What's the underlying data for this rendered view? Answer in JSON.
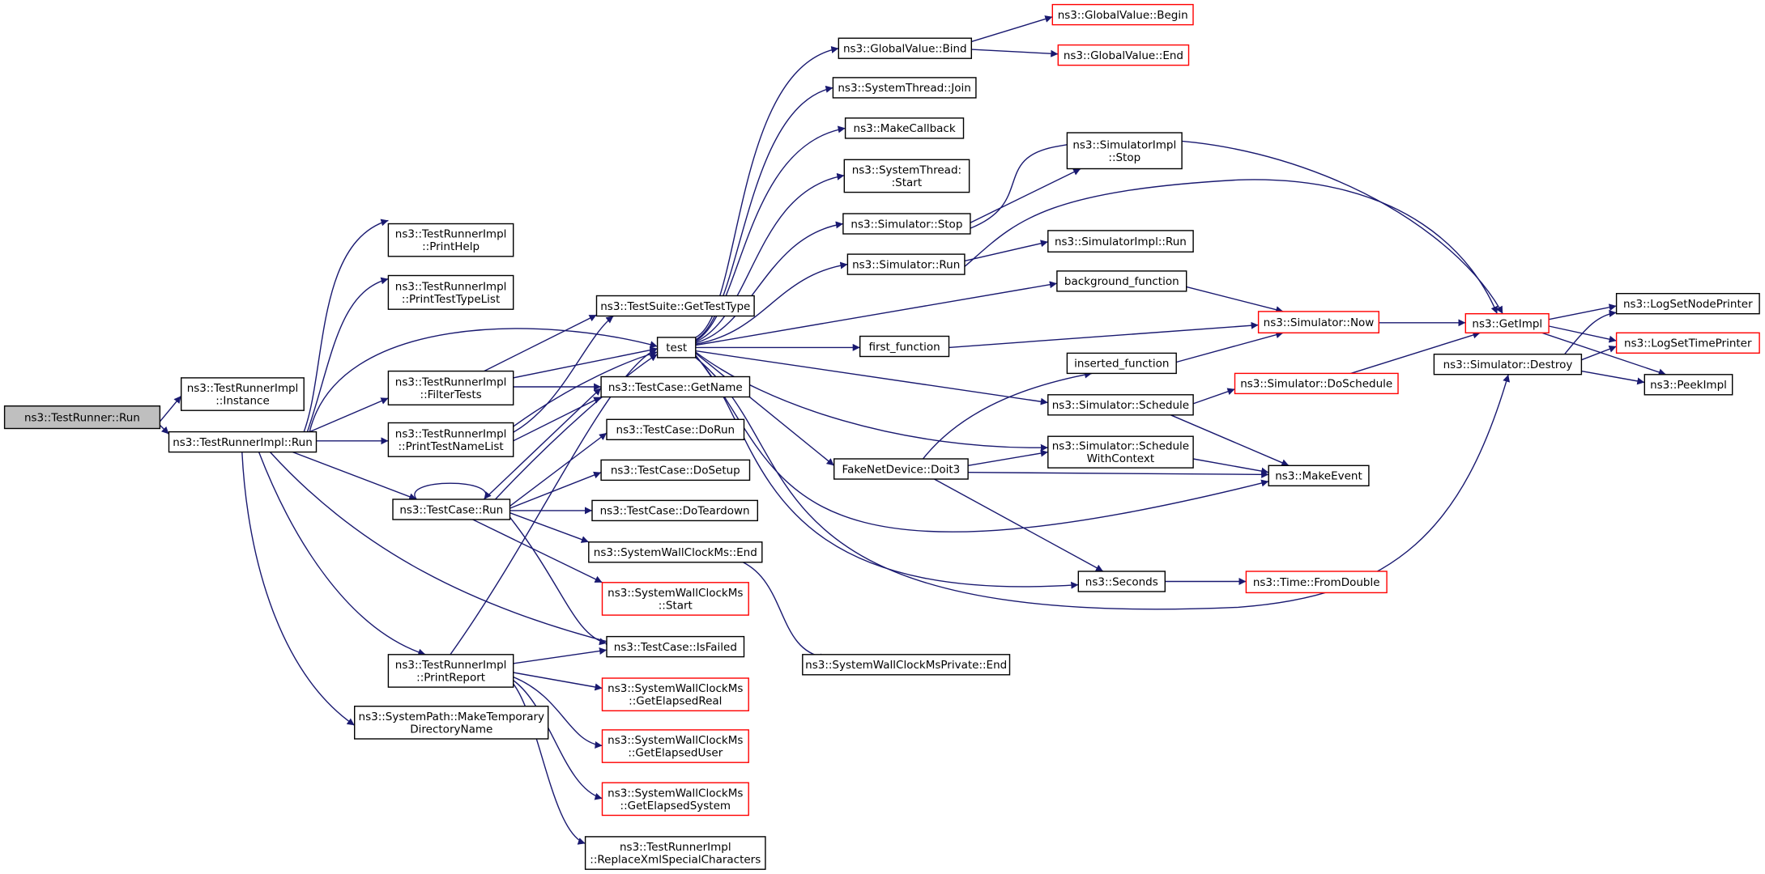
{
  "graph": {
    "edge_color": "#191970",
    "node_border": "#000000",
    "incomplete_border": "#ff0000",
    "root_fill": "#bfbfbf",
    "nodes": [
      {
        "id": "root",
        "lines": [
          "ns3::TestRunner::Run"
        ],
        "style": "root"
      },
      {
        "id": "instance",
        "lines": [
          "ns3::TestRunnerImpl",
          "::Instance"
        ]
      },
      {
        "id": "impl_run",
        "lines": [
          "ns3::TestRunnerImpl::Run"
        ]
      },
      {
        "id": "print_help",
        "lines": [
          "ns3::TestRunnerImpl",
          "::PrintHelp"
        ]
      },
      {
        "id": "print_type_list",
        "lines": [
          "ns3::TestRunnerImpl",
          "::PrintTestTypeList"
        ]
      },
      {
        "id": "filter_tests",
        "lines": [
          "ns3::TestRunnerImpl",
          "::FilterTests"
        ]
      },
      {
        "id": "print_name_list",
        "lines": [
          "ns3::TestRunnerImpl",
          "::PrintTestNameList"
        ]
      },
      {
        "id": "tc_run",
        "lines": [
          "ns3::TestCase::Run"
        ]
      },
      {
        "id": "print_report",
        "lines": [
          "ns3::TestRunnerImpl",
          "::PrintReport"
        ]
      },
      {
        "id": "make_temp_dir",
        "lines": [
          "ns3::SystemPath::MakeTemporary",
          "DirectoryName"
        ]
      },
      {
        "id": "get_test_type",
        "lines": [
          "ns3::TestSuite::GetTestType"
        ]
      },
      {
        "id": "test",
        "lines": [
          "test"
        ]
      },
      {
        "id": "get_name",
        "lines": [
          "ns3::TestCase::GetName"
        ]
      },
      {
        "id": "do_run",
        "lines": [
          "ns3::TestCase::DoRun"
        ]
      },
      {
        "id": "do_setup",
        "lines": [
          "ns3::TestCase::DoSetup"
        ]
      },
      {
        "id": "do_teardown",
        "lines": [
          "ns3::TestCase::DoTeardown"
        ]
      },
      {
        "id": "swc_end",
        "lines": [
          "ns3::SystemWallClockMs::End"
        ]
      },
      {
        "id": "swc_start",
        "lines": [
          "ns3::SystemWallClockMs",
          "::Start"
        ],
        "style": "red"
      },
      {
        "id": "is_failed",
        "lines": [
          "ns3::TestCase::IsFailed"
        ]
      },
      {
        "id": "elapsed_real",
        "lines": [
          "ns3::SystemWallClockMs",
          "::GetElapsedReal"
        ],
        "style": "red"
      },
      {
        "id": "elapsed_user",
        "lines": [
          "ns3::SystemWallClockMs",
          "::GetElapsedUser"
        ],
        "style": "red"
      },
      {
        "id": "elapsed_system",
        "lines": [
          "ns3::SystemWallClockMs",
          "::GetElapsedSystem"
        ],
        "style": "red"
      },
      {
        "id": "replace_xml",
        "lines": [
          "ns3::TestRunnerImpl",
          "::ReplaceXmlSpecialCharacters"
        ]
      },
      {
        "id": "gv_bind",
        "lines": [
          "ns3::GlobalValue::Bind"
        ]
      },
      {
        "id": "gv_begin",
        "lines": [
          "ns3::GlobalValue::Begin"
        ],
        "style": "red"
      },
      {
        "id": "gv_end",
        "lines": [
          "ns3::GlobalValue::End"
        ],
        "style": "red"
      },
      {
        "id": "thread_join",
        "lines": [
          "ns3::SystemThread::Join"
        ]
      },
      {
        "id": "make_callback",
        "lines": [
          "ns3::MakeCallback"
        ]
      },
      {
        "id": "thread_start",
        "lines": [
          "ns3::SystemThread:",
          ":Start"
        ]
      },
      {
        "id": "sim_stop",
        "lines": [
          "ns3::Simulator::Stop"
        ]
      },
      {
        "id": "simimpl_stop",
        "lines": [
          "ns3::SimulatorImpl",
          "::Stop"
        ]
      },
      {
        "id": "sim_run",
        "lines": [
          "ns3::Simulator::Run"
        ]
      },
      {
        "id": "simimpl_run",
        "lines": [
          "ns3::SimulatorImpl::Run"
        ]
      },
      {
        "id": "bg_function",
        "lines": [
          "background_function"
        ]
      },
      {
        "id": "first_function",
        "lines": [
          "first_function"
        ]
      },
      {
        "id": "sim_now",
        "lines": [
          "ns3::Simulator::Now"
        ],
        "style": "red"
      },
      {
        "id": "get_impl",
        "lines": [
          "ns3::GetImpl"
        ],
        "style": "red"
      },
      {
        "id": "inserted_function",
        "lines": [
          "inserted_function"
        ]
      },
      {
        "id": "sim_schedule",
        "lines": [
          "ns3::Simulator::Schedule"
        ]
      },
      {
        "id": "do_schedule",
        "lines": [
          "ns3::Simulator::DoSchedule"
        ],
        "style": "red"
      },
      {
        "id": "doit3",
        "lines": [
          "FakeNetDevice::Doit3"
        ]
      },
      {
        "id": "schedule_ctx",
        "lines": [
          "ns3::Simulator::Schedule",
          "WithContext"
        ]
      },
      {
        "id": "make_event",
        "lines": [
          "ns3::MakeEvent"
        ]
      },
      {
        "id": "seconds",
        "lines": [
          "ns3::Seconds"
        ]
      },
      {
        "id": "from_double",
        "lines": [
          "ns3::Time::FromDouble"
        ],
        "style": "red"
      },
      {
        "id": "swcp_end",
        "lines": [
          "ns3::SystemWallClockMsPrivate::End"
        ]
      },
      {
        "id": "sim_destroy",
        "lines": [
          "ns3::Simulator::Destroy"
        ]
      },
      {
        "id": "log_node_printer",
        "lines": [
          "ns3::LogSetNodePrinter"
        ]
      },
      {
        "id": "log_time_printer",
        "lines": [
          "ns3::LogSetTimePrinter"
        ],
        "style": "red"
      },
      {
        "id": "peek_impl",
        "lines": [
          "ns3::PeekImpl"
        ]
      }
    ]
  }
}
